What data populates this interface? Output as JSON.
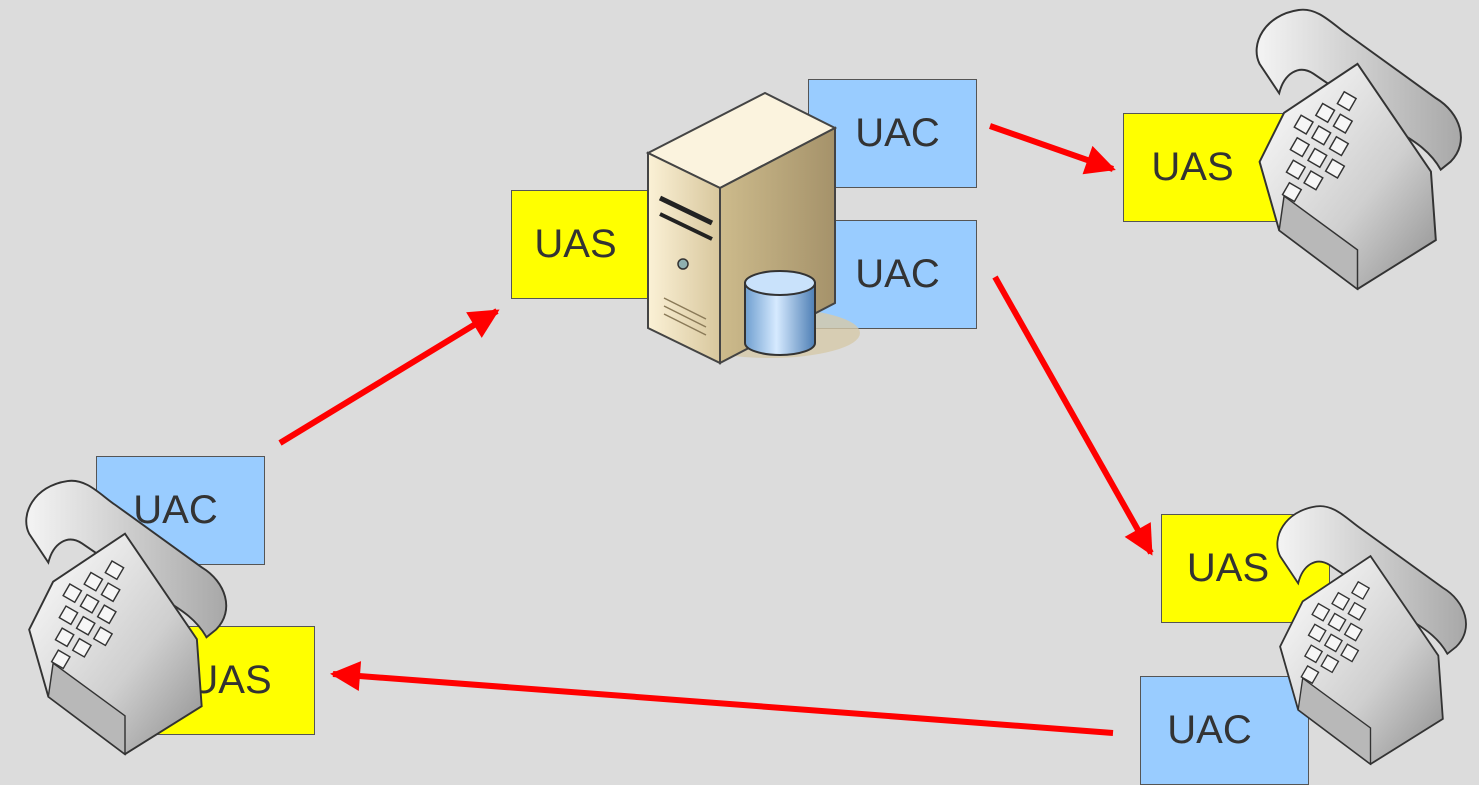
{
  "diagram": {
    "proxy": {
      "uas_label": "UAS",
      "uac_label_1": "UAC",
      "uac_label_2": "UAC"
    },
    "phone_left": {
      "uac_label": "UAC",
      "uas_label": "UAS"
    },
    "phone_top_right": {
      "uas_label": "UAS"
    },
    "phone_bottom_right": {
      "uas_label": "UAS",
      "uac_label": "UAC"
    },
    "colors": {
      "uac_box": "#99ccff",
      "uas_box": "#ffff00",
      "arrow": "#ff0000",
      "background": "#dcdcdc"
    }
  }
}
